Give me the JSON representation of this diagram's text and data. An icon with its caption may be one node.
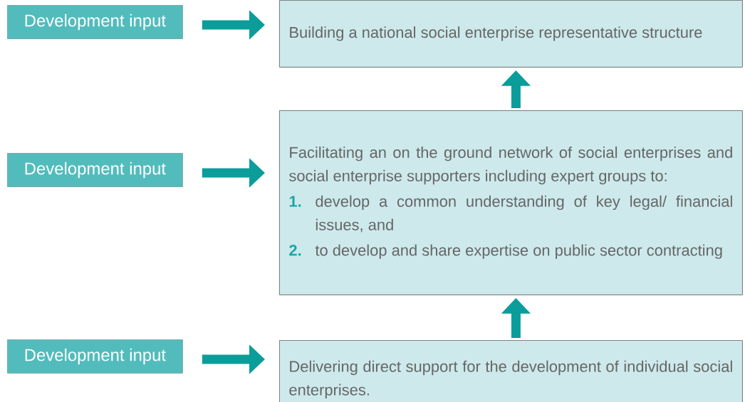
{
  "diagram": {
    "nodes": [
      {
        "text": [
          "Development input"
        ]
      },
      {
        "text": [
          "Building a national social enterprise representative structure"
        ]
      },
      {
        "text": [
          "Development input"
        ]
      },
      {
        "text": [
          "Facilitating an on the ground network of social enterprises and social enterprise supporters including expert groups to:",
          "1.",
          "develop a common understanding of key legal/ financial issues, and",
          "2.",
          "to develop and share expertise on public sector contracting"
        ]
      },
      {
        "text": [
          "Development input"
        ]
      },
      {
        "text": [
          "Delivering direct support for the development of individual social enterprises."
        ]
      }
    ],
    "edges": [
      {
        "from": 0,
        "to": 1,
        "arrow": "to"
      },
      {
        "from": 2,
        "to": 3,
        "arrow": "to"
      },
      {
        "from": 4,
        "to": 5,
        "arrow": "to"
      },
      {
        "from": 5,
        "to": 3,
        "arrow": "to"
      },
      {
        "from": 3,
        "to": 1,
        "arrow": "to"
      }
    ]
  }
}
